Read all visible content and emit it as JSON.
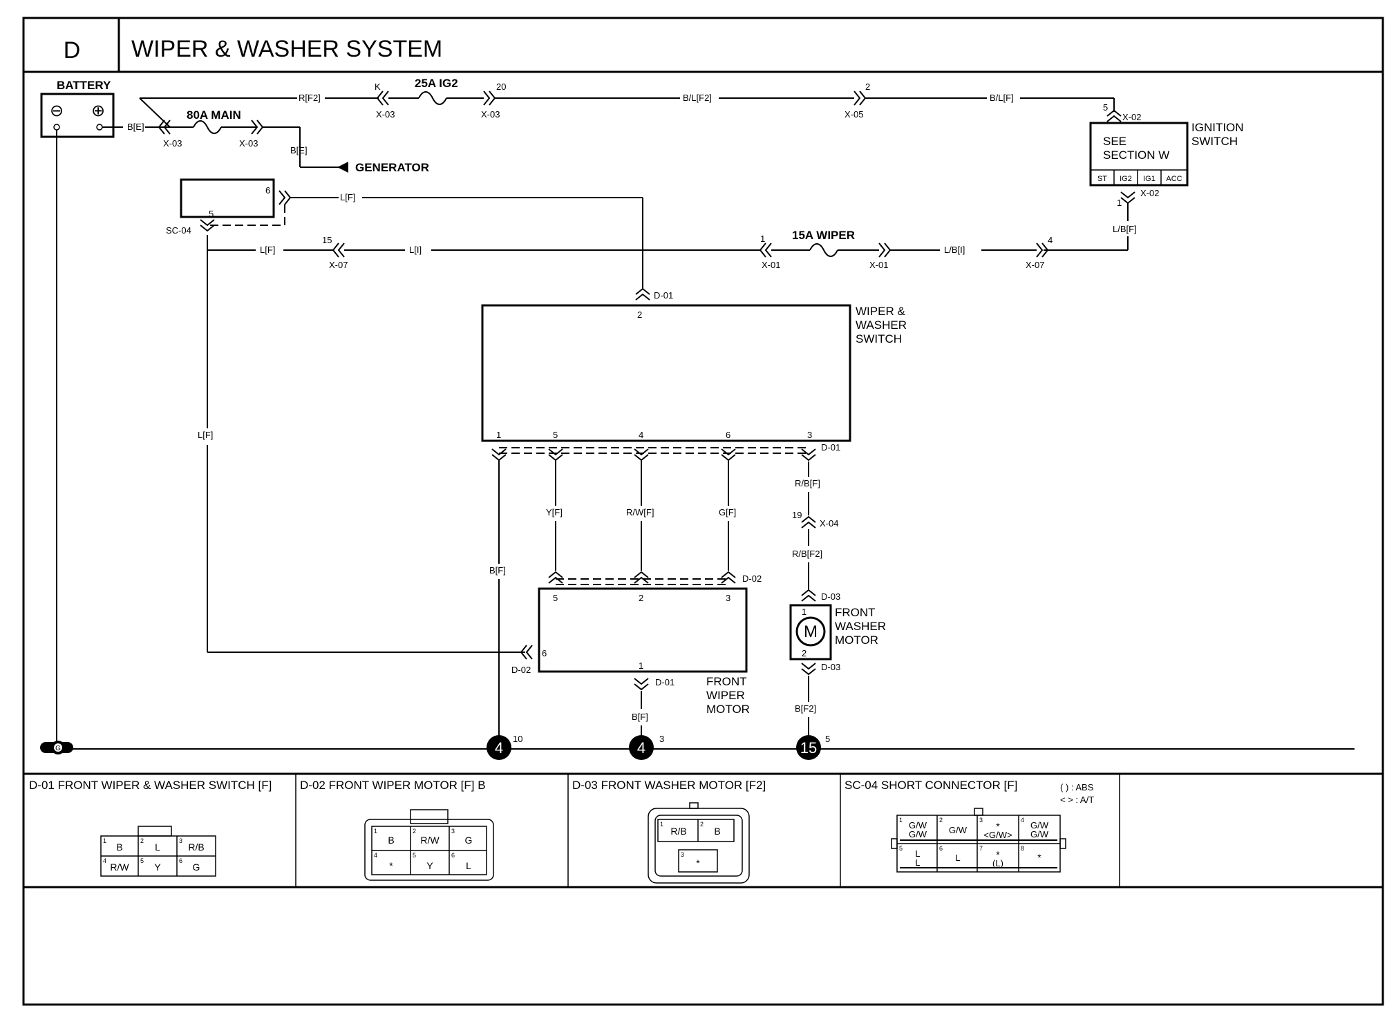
{
  "header": {
    "section": "D",
    "title": "WIPER & WASHER SYSTEM"
  },
  "components": {
    "battery": "BATTERY",
    "battery_neg": "⊖",
    "battery_pos": "⊕",
    "generator": "GENERATOR",
    "ignition_switch": [
      "IGNITION",
      "SWITCH"
    ],
    "see_section": [
      "SEE",
      "SECTION W"
    ],
    "ign_terminals": [
      "ST",
      "IG2",
      "IG1",
      "ACC"
    ],
    "wiper_switch": [
      "WIPER &",
      "WASHER",
      "SWITCH"
    ],
    "front_wiper_motor": [
      "FRONT",
      "WIPER",
      "MOTOR"
    ],
    "front_washer_motor": [
      "FRONT",
      "WASHER",
      "MOTOR"
    ],
    "motor_symbol": "M",
    "ground_symbol": "G"
  },
  "fuses": {
    "main": "80A MAIN",
    "ig2": "25A IG2",
    "wiper": "15A WIPER"
  },
  "wires": {
    "r_f2": "R[F2]",
    "b_e_1": "B[E]",
    "b_e_2": "B[E]",
    "bl_f2": "B/L[F2]",
    "bl_f": "B/L[F]",
    "lb_f": "L/B[F]",
    "lb_i": "L/B[I]",
    "l_i": "L[I]",
    "l_f_1": "L[F]",
    "l_f_2": "L[F]",
    "l_f_3": "L[F]",
    "y_f": "Y[F]",
    "rw_f": "R/W[F]",
    "g_f": "G[F]",
    "b_f_1": "B[F]",
    "b_f_2": "B[F]",
    "rb_f": "R/B[F]",
    "rb_f2": "R/B[F2]",
    "b_f2": "B[F2]"
  },
  "connectors": {
    "x03": "X-03",
    "x05": "X-05",
    "x02": "X-02",
    "x07": "X-07",
    "x01": "X-01",
    "x04": "X-04",
    "d01": "D-01",
    "d02": "D-02",
    "d03": "D-03",
    "sc04": "SC-04"
  },
  "pins": {
    "k": "K",
    "p20": "20",
    "p2": "2",
    "p5": "5",
    "p1": "1",
    "p6": "6",
    "p15": "15",
    "p4": "4",
    "p3": "3",
    "p19": "19",
    "p10": "10"
  },
  "grounds": [
    {
      "num": "4",
      "pin": "10"
    },
    {
      "num": "4",
      "pin": "3"
    },
    {
      "num": "15",
      "pin": "5"
    }
  ],
  "legend_panels": [
    {
      "title": "D-01 FRONT WIPER & WASHER SWITCH [F]",
      "cells": [
        {
          "n": "1",
          "v": "B"
        },
        {
          "n": "2",
          "v": "L"
        },
        {
          "n": "3",
          "v": "R/B"
        },
        {
          "n": "4",
          "v": "R/W"
        },
        {
          "n": "5",
          "v": "Y"
        },
        {
          "n": "6",
          "v": "G"
        }
      ]
    },
    {
      "title": "D-02 FRONT WIPER MOTOR [F] B",
      "cells": [
        {
          "n": "1",
          "v": "B"
        },
        {
          "n": "2",
          "v": "R/W"
        },
        {
          "n": "3",
          "v": "G"
        },
        {
          "n": "4",
          "v": "*"
        },
        {
          "n": "5",
          "v": "Y"
        },
        {
          "n": "6",
          "v": "L"
        }
      ]
    },
    {
      "title": "D-03 FRONT WASHER MOTOR [F2]",
      "cells": [
        {
          "n": "1",
          "v": "R/B"
        },
        {
          "n": "2",
          "v": "B"
        },
        {
          "n": "3",
          "v": "*"
        }
      ]
    },
    {
      "title": "SC-04 SHORT CONNECTOR [F]",
      "note1": "(     ) : ABS",
      "note2": "<     > : A/T",
      "cells": [
        {
          "n": "1",
          "v1": "G/W",
          "v2": "G/W"
        },
        {
          "n": "2",
          "v1": "G/W",
          "v2": ""
        },
        {
          "n": "3",
          "v1": "*",
          "v2": "<G/W>"
        },
        {
          "n": "4",
          "v1": "G/W",
          "v2": "G/W"
        },
        {
          "n": "5",
          "v1": "L",
          "v2": "L"
        },
        {
          "n": "6",
          "v1": "L",
          "v2": ""
        },
        {
          "n": "7",
          "v1": "*",
          "v2": "(L)"
        },
        {
          "n": "8",
          "v1": "*",
          "v2": ""
        }
      ]
    }
  ]
}
